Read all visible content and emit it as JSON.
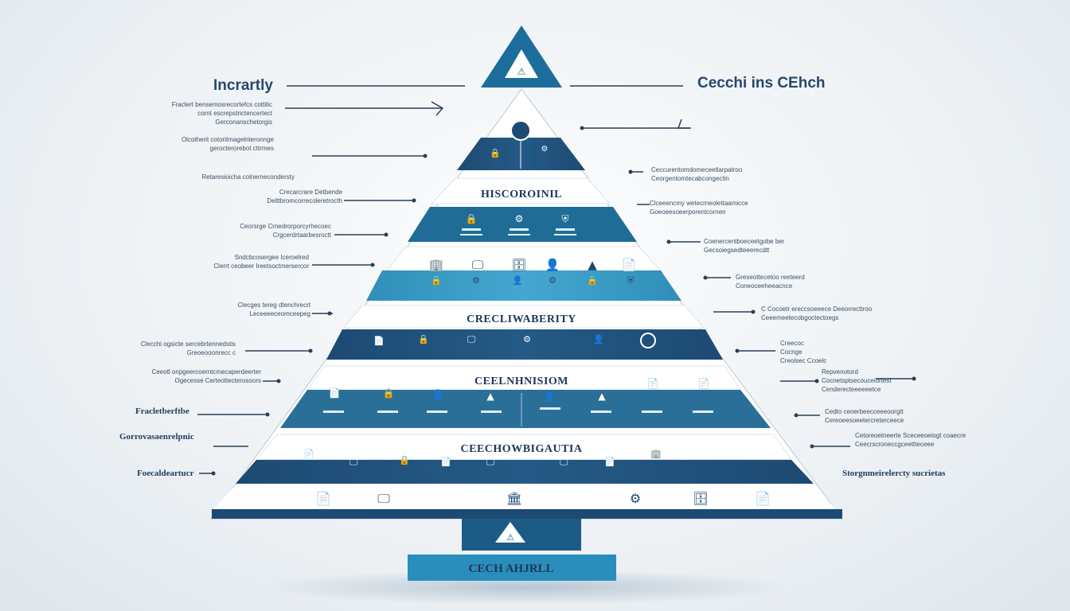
{
  "top_left_title": "Incrartly",
  "top_right_title": "Cecchi ins CEhch",
  "band_titles": [
    "HISCOROINIL",
    "CREСLIWABERITY",
    "CEELNHNISIOM",
    "CEECHOWBIGAUTIA"
  ],
  "base_label": "CECH AHJRLL",
  "side_left_title_1": "Fracletberftbe",
  "side_left_title_2": "Gorrovasaenrelpnic",
  "side_left_title_3": "Foecaldeartucr",
  "side_right_title": "Storgnmeirelercty sucrietas",
  "left_annotations": [
    [
      "Fraclert bensemosrecortefcs cottitic",
      "cornt escrepstrictencertect",
      "Gerconanschetorgis"
    ],
    [
      "Olcotherit cotoritmagelnteronnge",
      "gerocterorebot cttrmes"
    ],
    [
      "Retaresioicha colnernecondersty"
    ],
    [
      "Crecarcrare Detbende",
      "Delttbromcorrecoleretrocth"
    ],
    [
      "Ceorsrge Crnedrorporcyrhecoec",
      "Crgcerdrtaarbesroctt"
    ],
    [
      "Sndcbcosergee Iceroelred",
      "Clerrt ceobeer Ireetsoctmersercor"
    ],
    [
      "Clecges tereg dtenchrecrt",
      "Leceeeeceomceepeg"
    ],
    [
      "Clecchi ogsicte sercebrtennedstis",
      "Greoeooonrecc c"
    ],
    [
      "Ceeotl onpgeercoerntcmecaperdeerter",
      "Ogecesse Certeottecterosoors"
    ]
  ],
  "right_annotations": [
    [
      "Ceccurentomdomeceetlarpatroo",
      "Ceorgentomtecabcongectin"
    ],
    [
      "Clceeencmy wetecrneolettaamicce",
      "Goeoeesoeerporentcornen"
    ],
    [
      "Coenercentboeceetgobe ber",
      "Gecsoiegsedteeerecdtt"
    ],
    [
      "Greseottecetoo reeteerd",
      "Coneoceeheeacnce"
    ],
    [
      "C Cocoetr ereccsoeeece Deeorrecttroo",
      "Ceeemeetecobgoctectoegs"
    ],
    [
      "Creecoc",
      "Cocnge",
      "Creolsec Ccoelc"
    ],
    [
      "Repvenotord",
      "Cocnetsptsecouceiortest",
      "Cenderecteeeeeetce"
    ],
    [
      "Cedto ceoerbeecceeeoorgtt",
      "Cereoeesoeetercreterceece"
    ],
    [
      "Cetoreoetneerte Sceceeoeiogt coaecre",
      "Ceecrscroneccgceettteceee"
    ]
  ],
  "icon_names": [
    "warning-triangle-icon",
    "person-icon",
    "lock-icon",
    "building-icon",
    "gear-icon",
    "document-icon",
    "server-icon",
    "shield-icon",
    "monitor-icon"
  ],
  "colors": {
    "dark_navy": "#1f4e79",
    "mid_blue": "#2a6f97",
    "teal": "#3a9ec4",
    "white_band": "#ffffff",
    "outline": "#1f4e79"
  }
}
